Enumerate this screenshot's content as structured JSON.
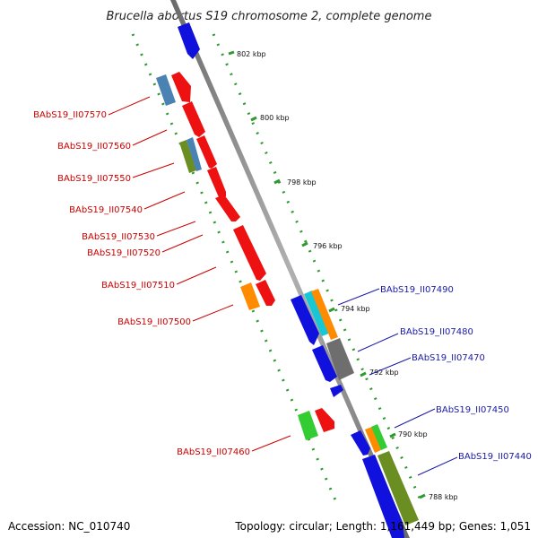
{
  "title": "Brucella abortus S19 chromosome 2, complete genome",
  "ticks": [
    "802 kbp",
    "800 kbp",
    "798 kbp",
    "796 kbp",
    "794 kbp",
    "792 kbp",
    "790 kbp",
    "788 kbp"
  ],
  "left_labels": [
    "BAbS19_II07570",
    "BAbS19_II07560",
    "BAbS19_II07550",
    "BAbS19_II07540",
    "BAbS19_II07530",
    "BAbS19_II07520",
    "BAbS19_II07510",
    "BAbS19_II07500",
    "BAbS19_II07460"
  ],
  "right_labels": [
    "BAbS19_II07490",
    "BAbS19_II07480",
    "BAbS19_II07470",
    "BAbS19_II07450",
    "BAbS19_II07440"
  ],
  "footer": {
    "accession": "Accession: NC_010740",
    "summary": "Topology: circular; Length: 1,161,449 bp; Genes: 1,051"
  },
  "colors": {
    "left_label": "#cc0000",
    "right_label": "#1a1aa6",
    "backbone": "#8a8a8a",
    "tick_dots": "#2e9a2e",
    "gene_red": "#ee1111",
    "gene_blue": "#1111dd",
    "gene_steelblue": "#4a82b4",
    "gene_olive": "#6b8e23",
    "gene_orange": "#ff8c00",
    "gene_cyan": "#17c7d6",
    "gene_gray": "#6e6e6e",
    "gene_green": "#33cc33"
  }
}
